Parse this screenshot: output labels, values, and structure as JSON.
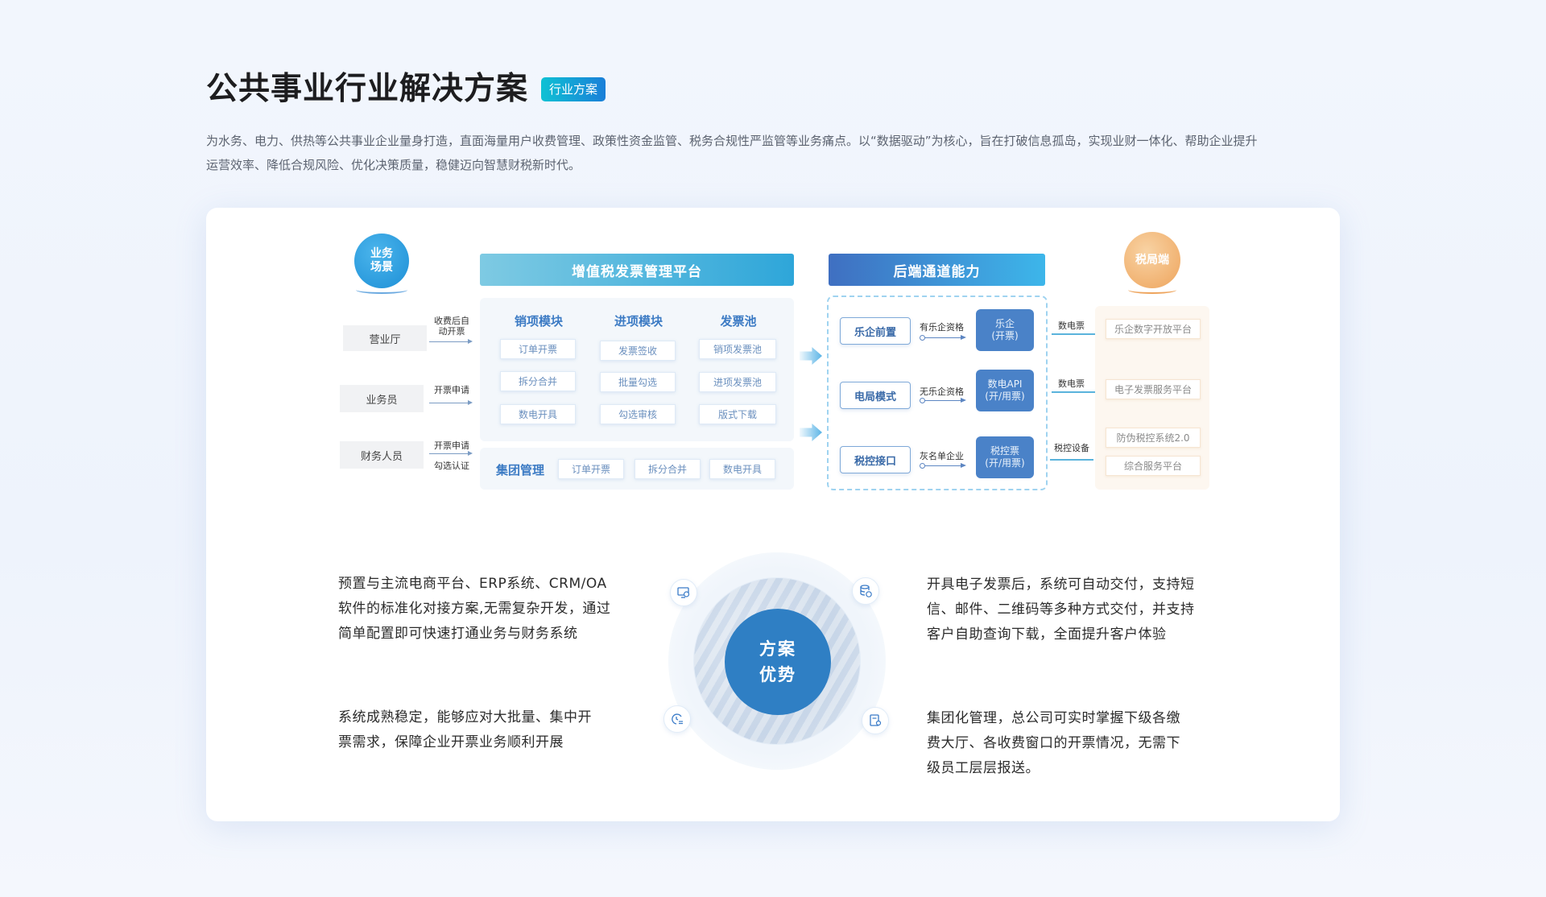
{
  "header": {
    "title": "公共事业行业解决方案",
    "badge": "行业方案",
    "description_line1": "为水务、电力、供热等公共事业企业量身打造，直面海量用户收费管理、政策性资金监管、税务合规性严监管等业务痛点。以“数据驱动”为核心，旨在打破信息孤岛，实现业财一体化、帮助企业提升",
    "description_line2": "运营效率、降低合规风险、优化决策质量，稳健迈向智慧财税新时代。"
  },
  "colors": {
    "badge_gradient_start": "#0fc1d4",
    "badge_gradient_end": "#1a7fd8",
    "core_blue": "#2f7fc4",
    "channel_blue": "#4a82c8",
    "tax_orange": "#eea45c"
  },
  "diagram": {
    "scene_circle": "业务\n场景",
    "scene_circle_line1": "业务",
    "scene_circle_line2": "场景",
    "roles": [
      {
        "name": "营业厅",
        "action_line1": "收费后自",
        "action_line2": "动开票",
        "action_below": ""
      },
      {
        "name": "业务员",
        "action_line1": "开票申请",
        "action_line2": "",
        "action_below": ""
      },
      {
        "name": "财务人员",
        "action_line1": "开票申请",
        "action_line2": "",
        "action_below": "勾选认证"
      }
    ],
    "platform": {
      "title": "增值税发票管理平台",
      "columns": [
        {
          "title": "销项模块",
          "items": [
            "订单开票",
            "拆分合并",
            "数电开具"
          ]
        },
        {
          "title": "进项模块",
          "items": [
            "发票签收",
            "批量勾选",
            "勾选审核"
          ]
        },
        {
          "title": "发票池",
          "items": [
            "销项发票池",
            "进项发票池",
            "版式下载"
          ]
        }
      ],
      "group": {
        "title": "集团管理",
        "items": [
          "订单开票",
          "拆分合并",
          "数电开具"
        ]
      }
    },
    "backend": {
      "title": "后端通道能力",
      "rows": [
        {
          "mode": "乐企前置",
          "condition": "有乐企资格",
          "channel_line1": "乐企",
          "channel_line2": "(开票)",
          "link": "数电票"
        },
        {
          "mode": "电局模式",
          "condition": "无乐企资格",
          "channel_line1": "数电API",
          "channel_line2": "(开/用票)",
          "link": "数电票"
        },
        {
          "mode": "税控接口",
          "condition": "灰名单企业",
          "channel_line1": "税控票",
          "channel_line2": "(开/用票)",
          "link": "税控设备"
        }
      ]
    },
    "tax_bureau": {
      "title": "税局端",
      "platforms": [
        "乐企数字开放平台",
        "电子发票服务平台",
        "防伪税控系统2.0",
        "综合服务平台"
      ]
    }
  },
  "advantages": {
    "center_line1": "方案",
    "center_line2": "优势",
    "items": [
      {
        "icon": "monitor-settings-icon",
        "lines": [
          "预置与主流电商平台、ERP系统、CRM/OA",
          "软件的标准化对接方案,无需复杂开发，通过",
          "简单配置即可快速打通业务与财务系统"
        ]
      },
      {
        "icon": "database-download-icon",
        "lines": [
          "开具电子发票后，系统可自动交付，支持短",
          "信、邮件、二维码等多种方式交付，并支持",
          "客户自助查询下载，全面提升客户体验"
        ]
      },
      {
        "icon": "history-list-icon",
        "lines": [
          "系统成熟稳定，能够应对大批量、集中开",
          "票需求，保障企业开票业务顺利开展"
        ]
      },
      {
        "icon": "document-user-icon",
        "lines": [
          "集团化管理，总公司可实时掌握下级各缴",
          "费大厅、各收费窗口的开票情况，无需下",
          "级员工层层报送。"
        ]
      }
    ]
  }
}
